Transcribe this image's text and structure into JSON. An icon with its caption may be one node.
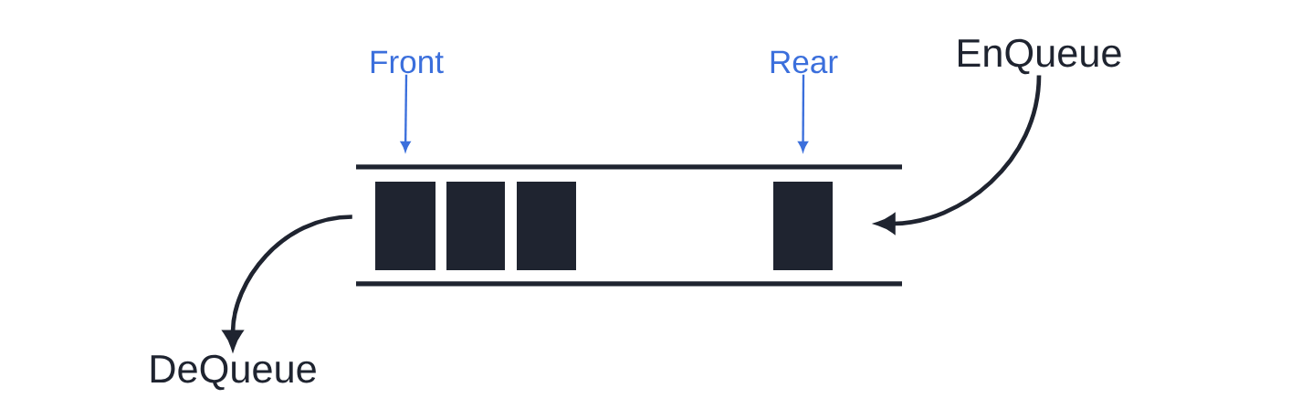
{
  "diagram": {
    "nodes": [
      {
        "text": [
          "Front"
        ]
      },
      {
        "text": [
          "Rear"
        ]
      },
      {
        "text": [
          "EnQueue"
        ]
      },
      {
        "text": [
          "DeQueue"
        ]
      },
      {
        "text": [],
        "shape": "box"
      },
      {
        "text": [],
        "shape": "box"
      },
      {
        "text": [],
        "shape": "box"
      },
      {
        "text": [],
        "shape": "box"
      }
    ],
    "edges": [
      {
        "from": 0,
        "to": 4,
        "arrow": "to",
        "color": "#3b6fdc"
      },
      {
        "from": 1,
        "to": 7,
        "arrow": "to",
        "color": "#3b6fdc"
      },
      {
        "from": 2,
        "to": null,
        "arrow": "to",
        "style": "thick",
        "color": "#1f2430"
      },
      {
        "from": 4,
        "to": 3,
        "arrow": "to",
        "style": "thick",
        "color": "#1f2430"
      }
    ]
  }
}
